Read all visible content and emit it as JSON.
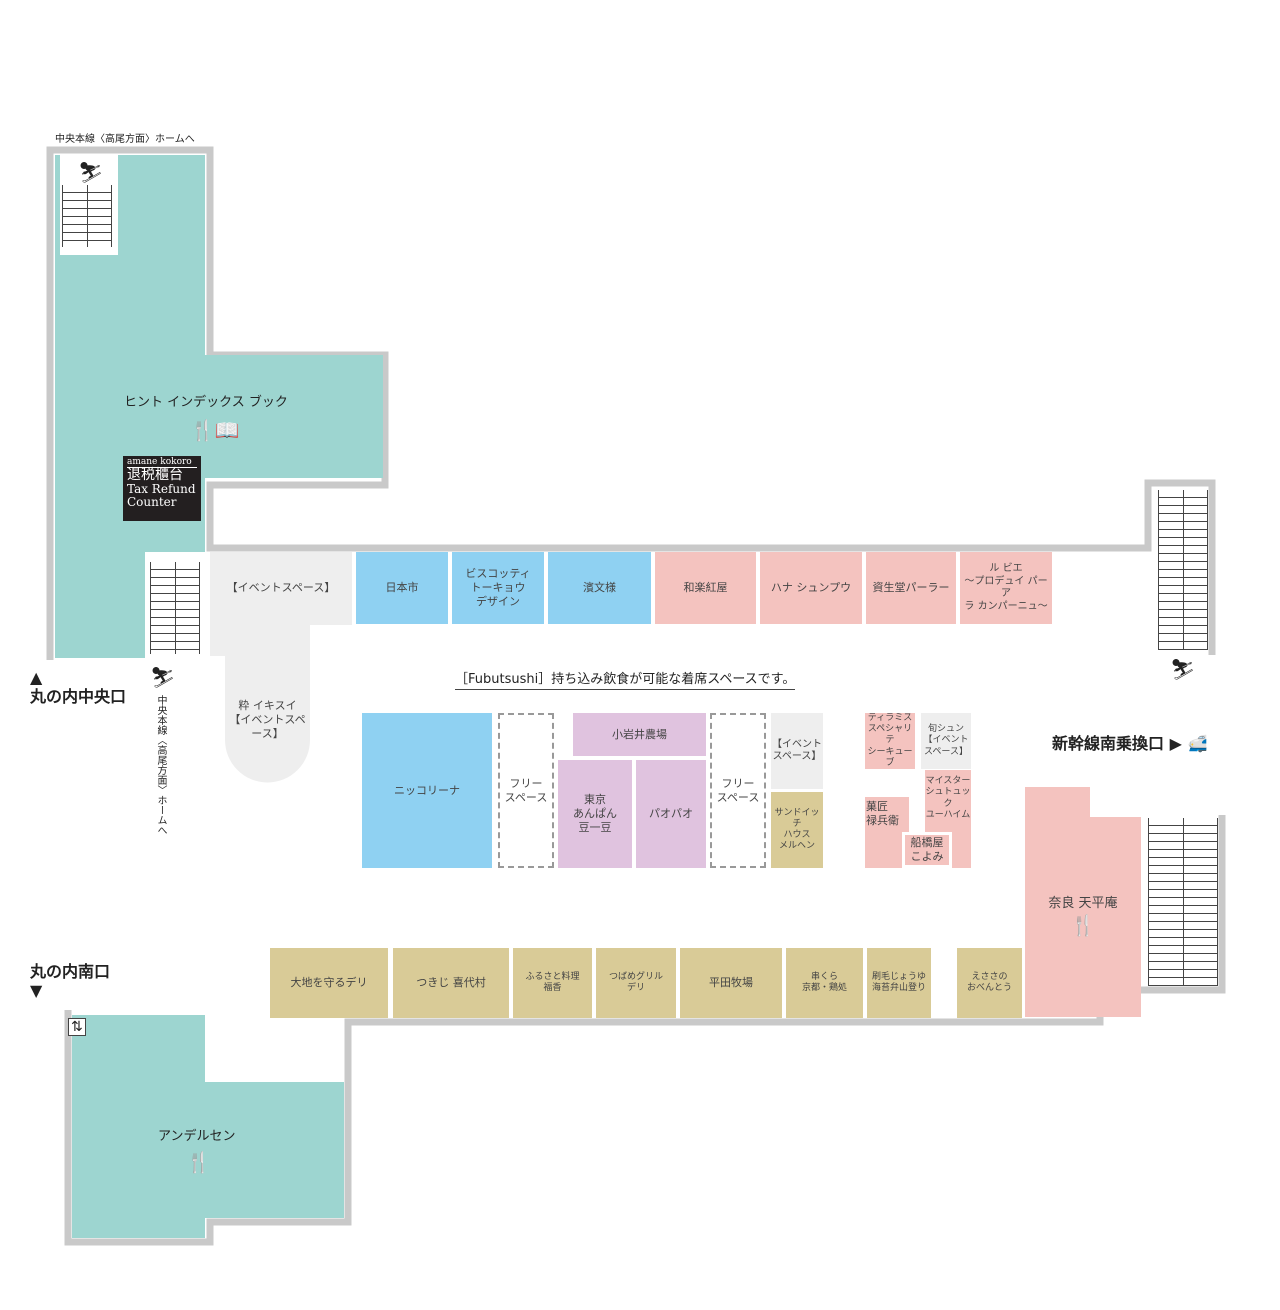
{
  "labels": {
    "top_exit": "中央本線〈高尾方面〉ホームへ",
    "side_exit": "中央本線〈高尾方面〉ホームへ",
    "marunouchi_central": "丸の内中央口",
    "marunouchi_south": "丸の内南口",
    "shinkansen": "新幹線南乗換口",
    "fubutsushi": "［Fubutsushi］持ち込み飲食が可能な着席スペースです。"
  },
  "tax_counter": {
    "brand": "amane kokoro",
    "line1": "退税櫃台",
    "line2": "Tax Refund",
    "line3": "Counter"
  },
  "teal_areas": [
    "ヒント インデックス ブック",
    "アンデルセン"
  ],
  "top_row": [
    {
      "name": "【イベントスペース】",
      "color": "grey"
    },
    {
      "name": "日本市",
      "color": "blue"
    },
    {
      "name": "ビスコッティ\nトーキョウ\nデザイン",
      "color": "blue"
    },
    {
      "name": "濱文様",
      "color": "blue"
    },
    {
      "name": "和楽紅屋",
      "color": "pink"
    },
    {
      "name": "ハナ シュンプウ",
      "color": "pink"
    },
    {
      "name": "資生堂パーラー",
      "color": "pink"
    },
    {
      "name": "ル ビエ\n〜プロデュイ パーア\nラ カンパーニュ〜",
      "color": "pink"
    }
  ],
  "middle": {
    "ikisui": "粋 イキスイ\n【イベントスペース】",
    "nikko": "ニッコリーナ",
    "free1": "フリー\nスペース",
    "koiwai": "小岩井農場",
    "tokyo_anpan": "東京\nあんぱん\n豆一豆",
    "paopao": "パオパオ",
    "free2": "フリー\nスペース",
    "event3": "【イベント\nスペース】",
    "sandwich": "サンドイッチ\nハウス\nメルヘン",
    "tiramisu": "ティラミス\nスペシャリテ\nシーキューブ",
    "shun": "旬シュン\n【イベント\nスペース】",
    "meister": "マイスター\nシュトュック\nユーハイム",
    "rokubee": "菓匠\n禄兵衛",
    "funabashi": "船橋屋\nこよみ",
    "tenpyoan": "奈良 天平庵"
  },
  "bottom_row": [
    "大地を守るデリ",
    "つきじ 喜代村",
    "ふるさと料理\n福香",
    "つばめグリル\nデリ",
    "平田牧場",
    "串くら\n京都・鶏処",
    "刷毛じょうゆ\n海苔弁山登り",
    "えささの\nおべんとう"
  ]
}
